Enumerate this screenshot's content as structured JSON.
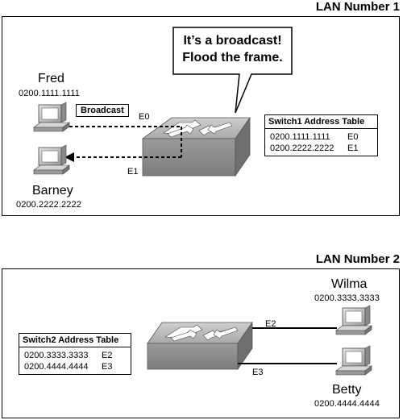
{
  "lan1": {
    "title": "LAN Number 1",
    "callout": {
      "line1": "It’s a broadcast!",
      "line2": "Flood the frame."
    },
    "broadcast_label": "Broadcast",
    "hosts": [
      {
        "name": "Fred",
        "mac": "0200.1111.1111",
        "port": "E0"
      },
      {
        "name": "Barney",
        "mac": "0200.2222.2222",
        "port": "E1"
      }
    ],
    "table": {
      "title": "Switch1 Address Table",
      "rows": [
        {
          "mac": "0200.1111.1111",
          "port": "E0"
        },
        {
          "mac": "0200.2222.2222",
          "port": "E1"
        }
      ]
    }
  },
  "lan2": {
    "title": "LAN Number 2",
    "hosts": [
      {
        "name": "Wilma",
        "mac": "0200.3333.3333",
        "port": "E2"
      },
      {
        "name": "Betty",
        "mac": "0200.4444.4444",
        "port": "E3"
      }
    ],
    "table": {
      "title": "Switch2 Address Table",
      "rows": [
        {
          "mac": "0200.3333.3333",
          "port": "E2"
        },
        {
          "mac": "0200.4444.4444",
          "port": "E3"
        }
      ]
    }
  }
}
